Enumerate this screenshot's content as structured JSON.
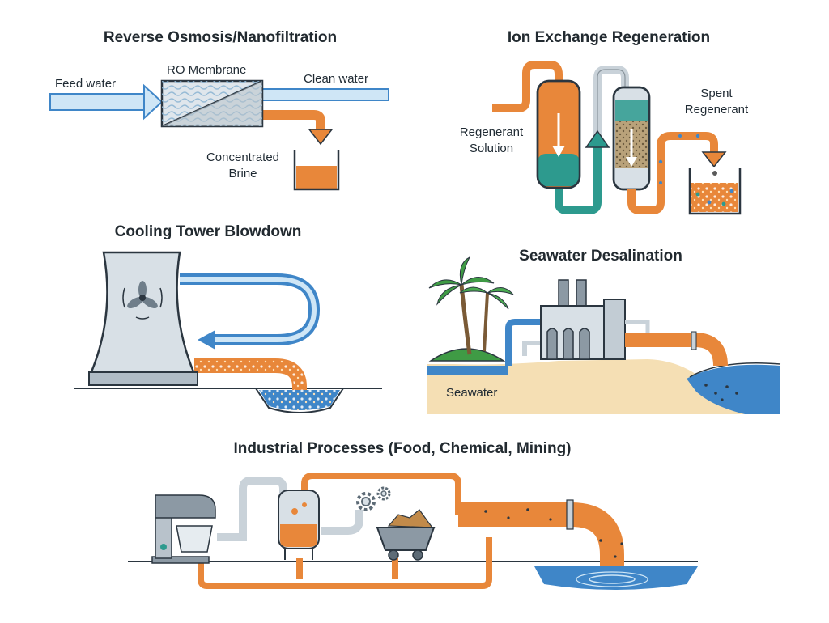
{
  "colors": {
    "water": "#3f86c8",
    "water_light": "#cfe6f6",
    "brine": "#e8873a",
    "teal": "#2d9a8e",
    "gray": "#c9d2d9",
    "steel": "#8c99a4",
    "outline": "#2b3640",
    "sand": "#f5dfb4",
    "palm": "#3f9b45"
  },
  "ro": {
    "title": "Reverse Osmosis/Nanofiltration",
    "feed_label": "Feed water",
    "membrane_label": "RO Membrane",
    "clean_label": "Clean water",
    "brine_label_1": "Concentrated",
    "brine_label_2": "Brine"
  },
  "ion": {
    "title": "Ion Exchange Regeneration",
    "regen_label_1": "Regenerant",
    "regen_label_2": "Solution",
    "spent_label_1": "Spent",
    "spent_label_2": "Regenerant"
  },
  "cooling": {
    "title": "Cooling Tower Blowdown",
    "icon": "fan-icon"
  },
  "seawater": {
    "title": "Seawater Desalination",
    "sea_label": "Seawater",
    "icon": "palm-tree-icon"
  },
  "industrial": {
    "title": "Industrial Processes (Food, Chemical, Mining)",
    "icons": [
      "stand-mixer-icon",
      "reactor-vessel-icon",
      "gear-icon",
      "mine-cart-icon"
    ]
  }
}
